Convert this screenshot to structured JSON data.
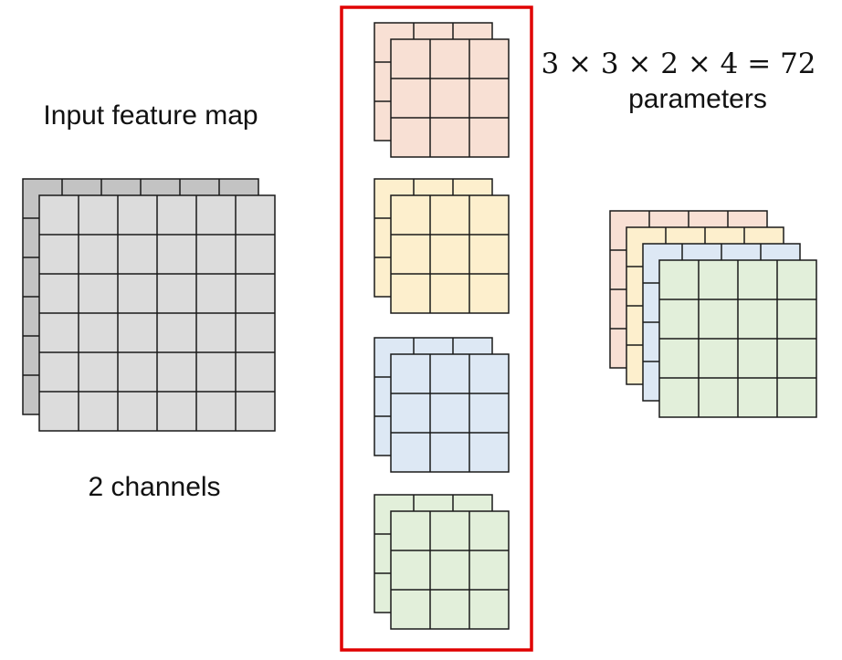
{
  "input": {
    "title": "Input feature map",
    "caption": "2 channels",
    "grid_size": 6,
    "channels": 2,
    "color": "#dcdcdc",
    "back_color": "#c3c3c3"
  },
  "filters": {
    "count": 4,
    "kernel_size": 3,
    "channels_per_filter": 2,
    "colors": [
      "#f8e0d4",
      "#fdefcd",
      "#dde8f4",
      "#e2efda"
    ],
    "highlight_border": "#e00000"
  },
  "output": {
    "grid_size": 4,
    "channels": 4,
    "colors": [
      "#f8e0d4",
      "#fdefcd",
      "#dde8f4",
      "#e2efda"
    ]
  },
  "equation": {
    "formula": "3 × 3 × 2 × 4 = 72",
    "caption": "parameters"
  }
}
